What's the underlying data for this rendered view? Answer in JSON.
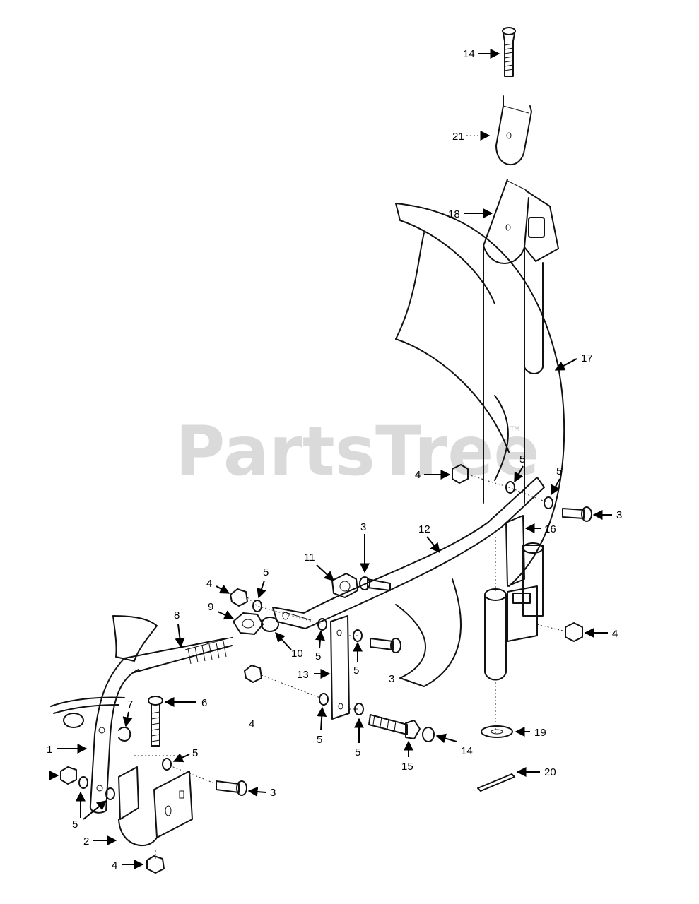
{
  "watermark": {
    "text": "PartsTree",
    "tm": "TM"
  },
  "callouts": [
    {
      "id": "c14a",
      "label": "14"
    },
    {
      "id": "c21",
      "label": "21"
    },
    {
      "id": "c18",
      "label": "18"
    },
    {
      "id": "c17",
      "label": "17"
    },
    {
      "id": "c4a",
      "label": "4"
    },
    {
      "id": "c5a",
      "label": "5"
    },
    {
      "id": "c5b",
      "label": "5"
    },
    {
      "id": "c3a",
      "label": "3"
    },
    {
      "id": "c16",
      "label": "16"
    },
    {
      "id": "c3b",
      "label": "3"
    },
    {
      "id": "c12",
      "label": "12"
    },
    {
      "id": "c11",
      "label": "11"
    },
    {
      "id": "c4b",
      "label": "4"
    },
    {
      "id": "c5c",
      "label": "5"
    },
    {
      "id": "c9",
      "label": "9"
    },
    {
      "id": "c8",
      "label": "8"
    },
    {
      "id": "c10",
      "label": "10"
    },
    {
      "id": "c5d",
      "label": "5"
    },
    {
      "id": "c5e",
      "label": "5"
    },
    {
      "id": "c3c",
      "label": "3"
    },
    {
      "id": "c4c",
      "label": "4"
    },
    {
      "id": "c13",
      "label": "13"
    },
    {
      "id": "c4d",
      "label": "4"
    },
    {
      "id": "c6",
      "label": "6"
    },
    {
      "id": "c7",
      "label": "7"
    },
    {
      "id": "c1",
      "label": "1"
    },
    {
      "id": "c5f",
      "label": "5"
    },
    {
      "id": "c5g",
      "label": "5"
    },
    {
      "id": "c5h",
      "label": "5"
    },
    {
      "id": "c15",
      "label": "15"
    },
    {
      "id": "c14b",
      "label": "14"
    },
    {
      "id": "c19",
      "label": "19"
    },
    {
      "id": "c20",
      "label": "20"
    },
    {
      "id": "c3d",
      "label": "3"
    },
    {
      "id": "c5i",
      "label": "5"
    },
    {
      "id": "c2",
      "label": "2"
    },
    {
      "id": "c4e",
      "label": "4"
    }
  ]
}
